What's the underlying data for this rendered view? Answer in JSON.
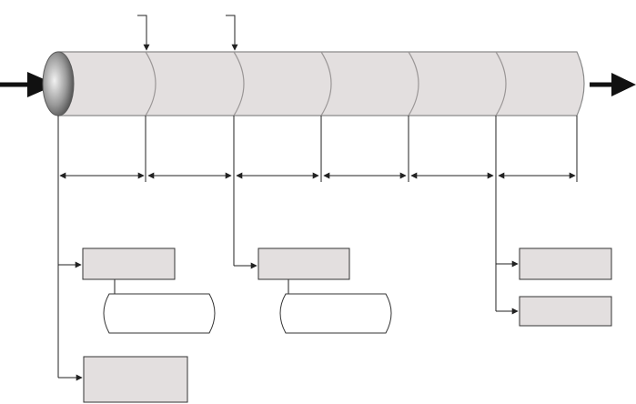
{
  "colors": {
    "tube_fill": "#e3dfdf",
    "tube_stroke": "#8a8a8a",
    "tube_seam": "#9b9797",
    "box_fill": "#e3dfdf",
    "box_stroke": "#333333",
    "line": "#222222",
    "page_background": "#ffffff"
  },
  "tube": {
    "segment_count": 6,
    "segment_labels": [
      "",
      "",
      "",
      "",
      "",
      ""
    ]
  },
  "entry_markers": [
    {
      "name": "entry-marker-1",
      "label": ""
    },
    {
      "name": "entry-marker-2",
      "label": ""
    }
  ],
  "measure_spans": [
    {
      "name": "measure-span-1",
      "label": ""
    },
    {
      "name": "measure-span-2",
      "label": ""
    },
    {
      "name": "measure-span-3",
      "label": ""
    },
    {
      "name": "measure-span-4",
      "label": ""
    },
    {
      "name": "measure-span-5",
      "label": ""
    },
    {
      "name": "measure-span-6",
      "label": ""
    }
  ],
  "blocks": [
    {
      "name": "block-left-top",
      "label": ""
    },
    {
      "name": "block-left-bottom",
      "label": ""
    },
    {
      "name": "block-middle",
      "label": ""
    },
    {
      "name": "block-right-top",
      "label": ""
    },
    {
      "name": "block-right-bottom",
      "label": ""
    }
  ],
  "terminals": [
    {
      "name": "terminal-left",
      "label": ""
    },
    {
      "name": "terminal-middle",
      "label": ""
    }
  ],
  "flow": {
    "input_arrow": "arrow-right-icon",
    "output_arrow": "arrow-right-icon"
  }
}
